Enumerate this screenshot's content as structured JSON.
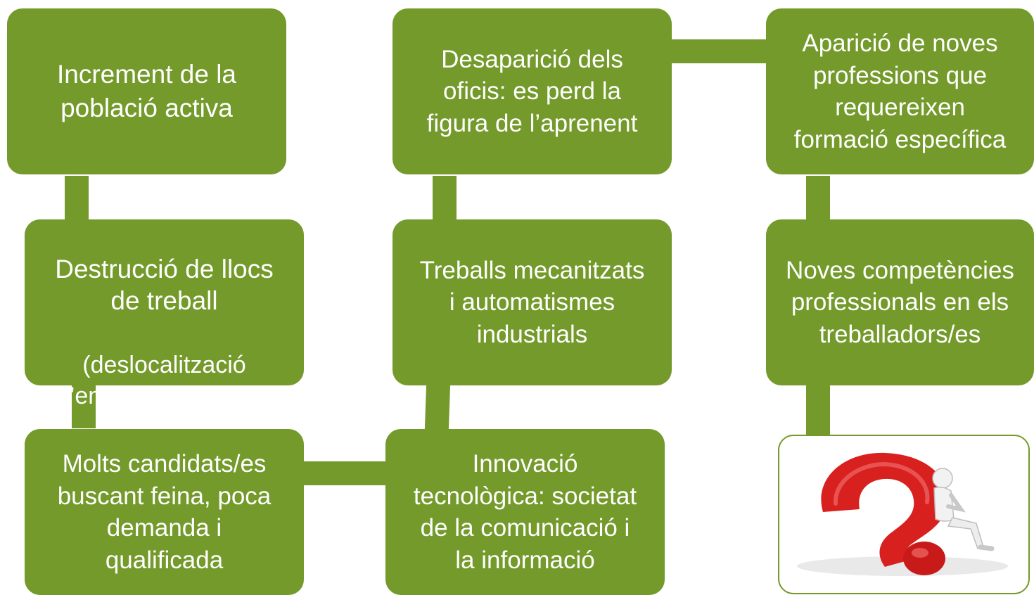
{
  "diagram": {
    "nodes": {
      "increment": "Increment de la\npoblació activa",
      "destruccio_title": "Destrucció de llocs\nde treball",
      "destruccio_detail": "(deslocalització\nd’empreses + efecte\ndòmino)",
      "molts": "Molts candidats/es\nbuscant feina, poca\ndemanda i\nqualificada",
      "innovacio": "Innovació\ntecnològica: societat\nde la comunicació  i\nla informació",
      "treballs": "Treballs mecanitzats\ni automatismes\nindustrials",
      "desaparicio": "Desaparició dels\noficis: es perd la\nfigura de l’aprenent",
      "aparicio": "Aparició de noves\nprofessions  que\nrequereixen\nformació específica",
      "noves": "Noves competències\nprofessionals en els\ntreballadors/es"
    },
    "image": {
      "icon": "question-mark-thinking-figure"
    },
    "colors": {
      "box": "#739a2a",
      "text": "#ffffff",
      "question": "#d8201f"
    }
  }
}
